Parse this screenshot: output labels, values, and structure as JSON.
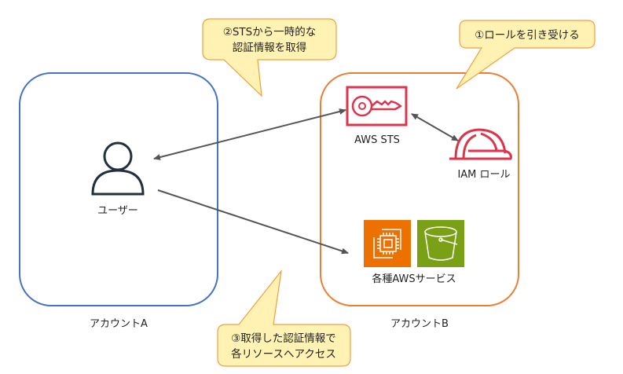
{
  "account_a": {
    "label": "アカウントA",
    "border_color": "#4472C4"
  },
  "account_b": {
    "label": "アカウントB",
    "border_color": "#ED7D31"
  },
  "user": {
    "label": "ユーザー",
    "icon": "user-icon"
  },
  "sts": {
    "label": "AWS STS",
    "icon": "key-icon",
    "color": "#DD344C"
  },
  "iam_role": {
    "label": "IAM ロール",
    "icon": "hard-hat-icon",
    "color": "#DD344C"
  },
  "services": {
    "label": "各種AWSサービス",
    "icons": [
      {
        "name": "ec2-chip-icon",
        "color": "#ED7100"
      },
      {
        "name": "s3-bucket-icon",
        "color": "#7AA116"
      }
    ]
  },
  "callouts": [
    {
      "lines": [
        "②STSから一時的な",
        "認証情報を取得"
      ]
    },
    {
      "lines": [
        "①ロールを引き受ける"
      ]
    },
    {
      "lines": [
        "③取得した認証情報で",
        "各リソースへアクセス"
      ]
    }
  ],
  "callout_style": {
    "fill": "#FFF2B3",
    "border": "#F0A040"
  },
  "arrow_color": "#555555"
}
